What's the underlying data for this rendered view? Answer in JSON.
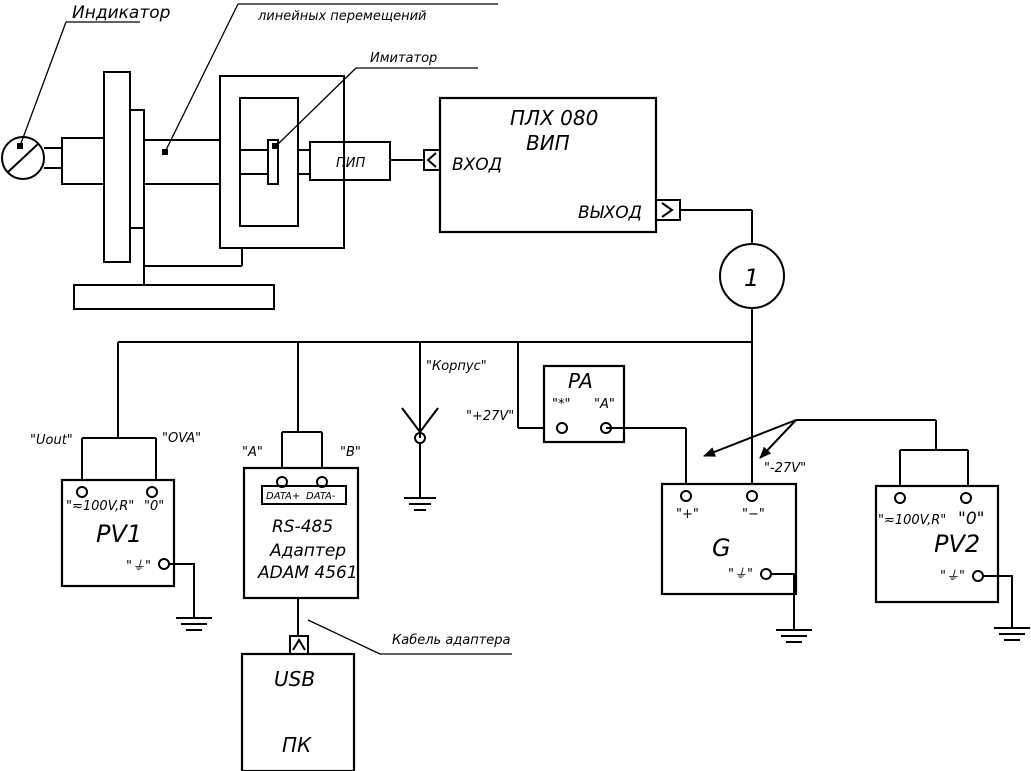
{
  "labels": {
    "indicator": "Индикатор",
    "linear_sensor": "линейных перемещений",
    "imitator": "Имитатор",
    "pip": "ПИП",
    "plh_title1": "ПЛХ 080",
    "plh_title2": "ВИП",
    "plh_input": "ВХОД",
    "plh_output": "ВЫХОД",
    "node_1": "1",
    "korpus": "\"Корпус\"",
    "plus27": "\"+27V\"",
    "minus27": "\"-27V\"",
    "pa": "PA",
    "pa_star": "\"*\"",
    "pa_a": "\"A\"",
    "pv1_uout": "\"Uout\"",
    "pv1_ova": "\"OVA\"",
    "pv1_term1": "\"≂100V,R\"",
    "pv1_term2": "\"0\"",
    "pv1_name": "PV1",
    "pv1_ground": "\"⏚\"",
    "adapter_a": "\"A\"",
    "adapter_b": "\"B\"",
    "adapter_data_plus": "DATA+",
    "adapter_data_minus": "DATA-",
    "adapter_line1": "RS-485",
    "adapter_line2": "Адаптер",
    "adapter_line3": "ADAM 4561",
    "adapter_cable": "Кабель адаптера",
    "usb": "USB",
    "pc": "ПК",
    "g_plus": "\"+\"",
    "g_minus": "\"−\"",
    "g_name": "G",
    "g_ground": "\"⏚\"",
    "pv2_term1": "\"≂100V,R\"",
    "pv2_term2": "\"0\"",
    "pv2_name": "PV2",
    "pv2_ground": "\"⏚\""
  }
}
